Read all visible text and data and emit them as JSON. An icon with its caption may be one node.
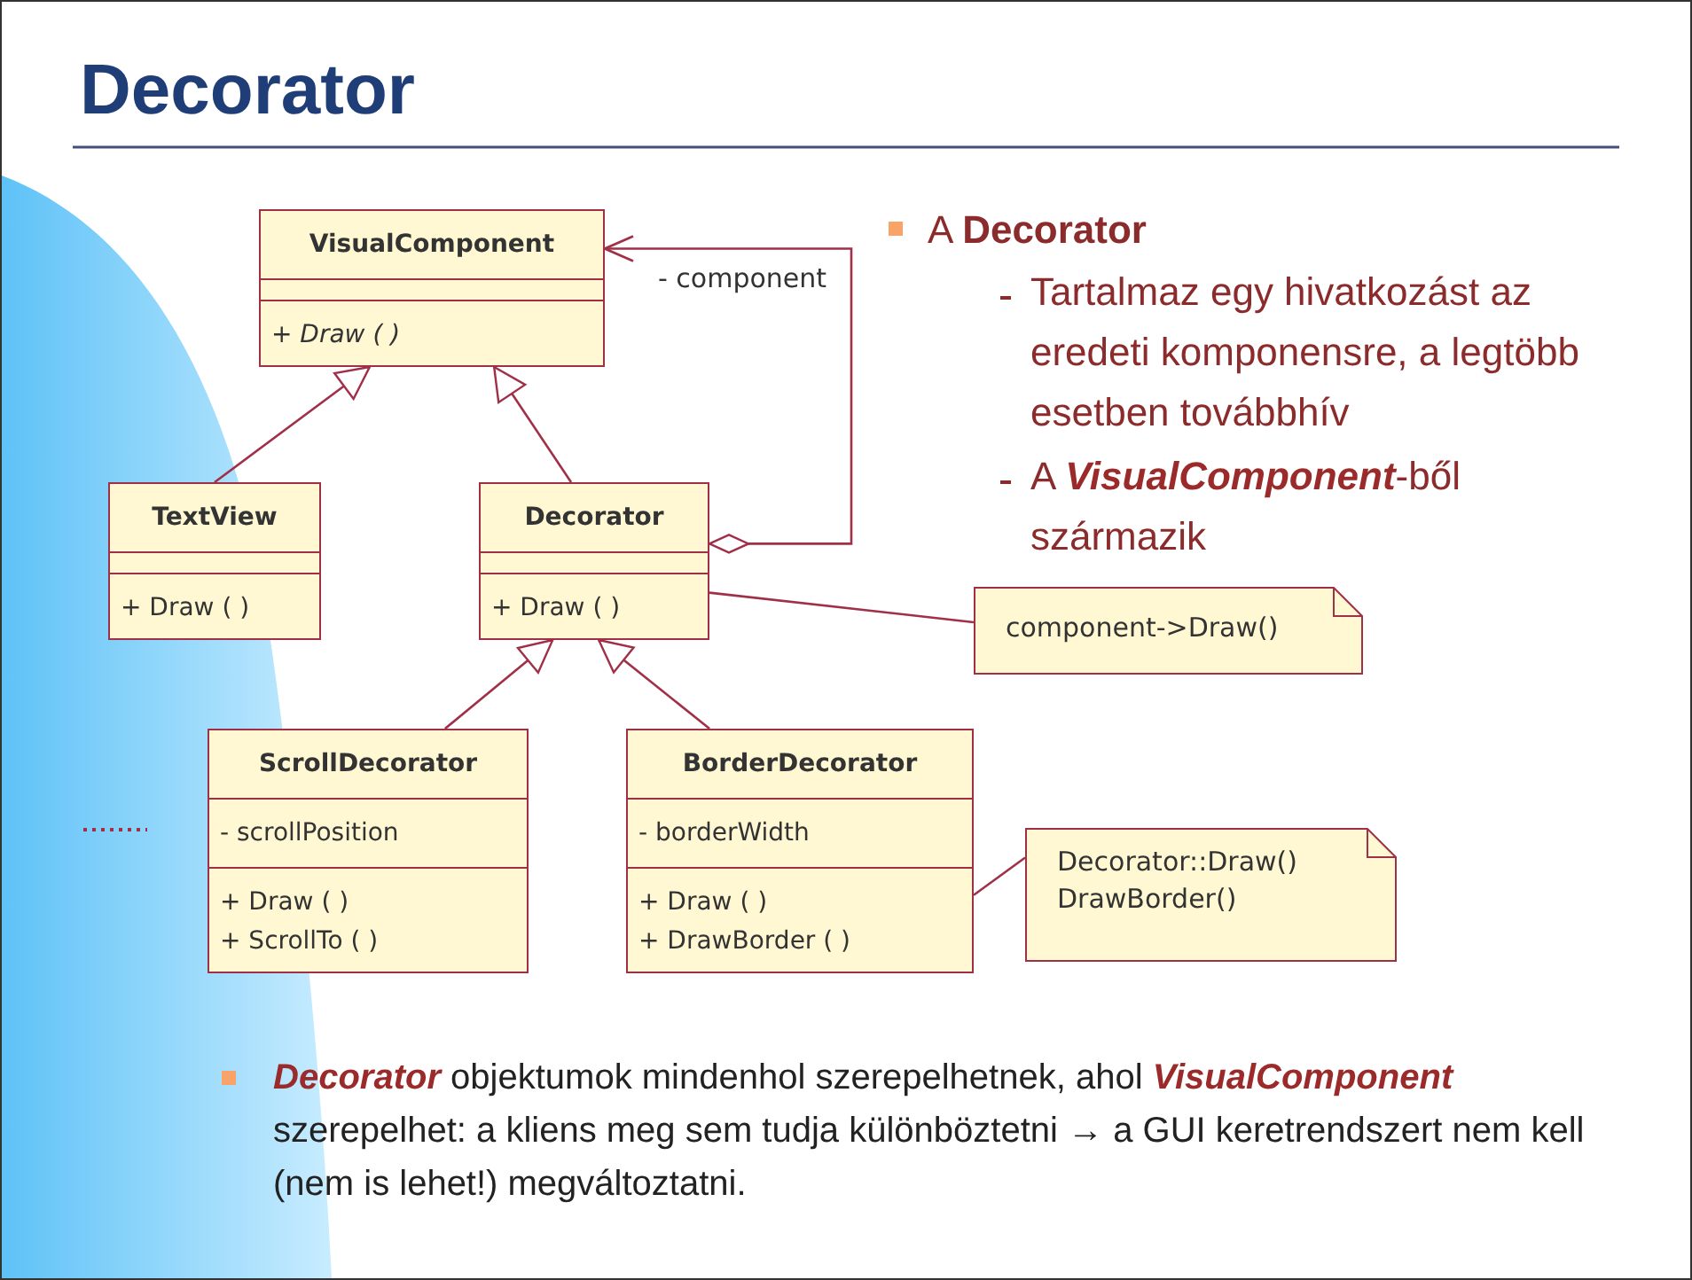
{
  "diagram": {
    "title": "Decorator",
    "nodes": [
      {
        "text": [
          "VisualComponent",
          "+ Draw (  )"
        ]
      },
      {
        "text": [
          "TextView",
          "+ Draw (  )"
        ]
      },
      {
        "text": [
          "Decorator",
          "+ Draw (  )"
        ]
      },
      {
        "text": [
          "component->Draw()"
        ]
      },
      {
        "text": [
          "ScrollDecorator",
          "- scrollPosition",
          "+ Draw (  )",
          "+ ScrollTo (  )"
        ]
      },
      {
        "text": [
          "BorderDecorator",
          "- borderWidth",
          "+ Draw (  )",
          "+ DrawBorder (  )"
        ]
      },
      {
        "text": [
          "Decorator::Draw()",
          "DrawBorder()"
        ]
      }
    ],
    "edges": [
      {
        "from": 1,
        "to": 0,
        "arrow": "to"
      },
      {
        "from": 2,
        "to": 0,
        "arrow": "to"
      },
      {
        "from": 4,
        "to": 2,
        "arrow": "to"
      },
      {
        "from": 5,
        "to": 2,
        "arrow": "to"
      },
      {
        "from": 2,
        "to": 0,
        "arrow": "to",
        "label": "- component"
      },
      {
        "from": 3,
        "to": 2,
        "arrow": "none"
      },
      {
        "from": 6,
        "to": 5,
        "arrow": "none"
      }
    ],
    "labels": [
      "A **Decorator**",
      "Tartalmaz egy hivatkozást az eredeti komponensre, a legtöbb esetben továbbhív",
      "A **VisualComponent**-ből származik",
      "**Decorator** objektumok mindenhol szerepelhetnek, ahol **VisualComponent** szerepelhet: a kliens meg sem tudja különböztetni → a GUI keretrendszert nem kell (nem is lehet!) megváltoztatni."
    ]
  }
}
